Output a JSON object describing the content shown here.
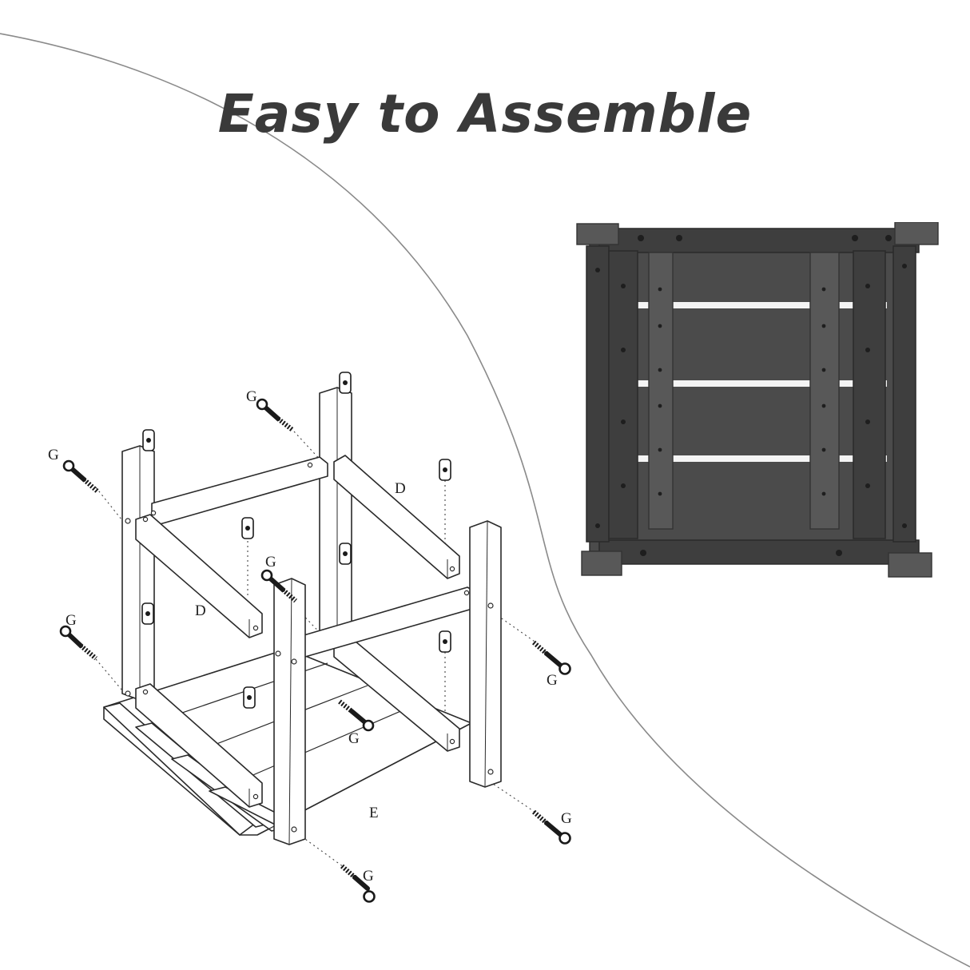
{
  "title": "Easy to Assemble",
  "labels": {
    "screw": "G",
    "side_rail": "D",
    "seat_panel": "E"
  },
  "colors": {
    "title": "#3a3a3a",
    "wood": "#4b4b4b",
    "curve": "#8a8a8a",
    "background": "#ffffff"
  },
  "icons": {
    "screw": "phillips-screw-icon",
    "barrel_nut": "barrel-nut-icon"
  }
}
